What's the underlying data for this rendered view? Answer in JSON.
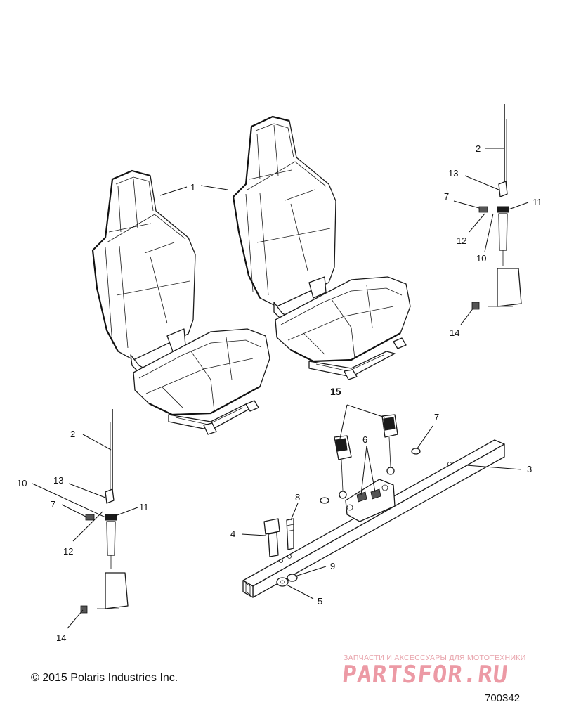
{
  "callouts": {
    "c1": "1",
    "c2_right": "2",
    "c13_right": "13",
    "c7_right": "7",
    "c11_right": "11",
    "c12_right": "12",
    "c10_right": "10",
    "c14_right": "14",
    "c2_left": "2",
    "c10_left": "10",
    "c13_left": "13",
    "c7_left": "7",
    "c11_left": "11",
    "c12_left": "12",
    "c14_left": "14",
    "c15": "15",
    "c7_center": "7",
    "c6": "6",
    "c3": "3",
    "c8": "8",
    "c4": "4",
    "c9": "9",
    "c5": "5"
  },
  "footer": {
    "copyright": "© 2015 Polaris Industries Inc.",
    "diagram_number": "700342"
  },
  "watermark": {
    "tagline": "ЗАПЧАСТИ И АКСЕССУАРЫ ДЛЯ МОТОТЕХНИКИ",
    "brand": "PARTSFOR.RU",
    "color": "#ec9aa5"
  }
}
